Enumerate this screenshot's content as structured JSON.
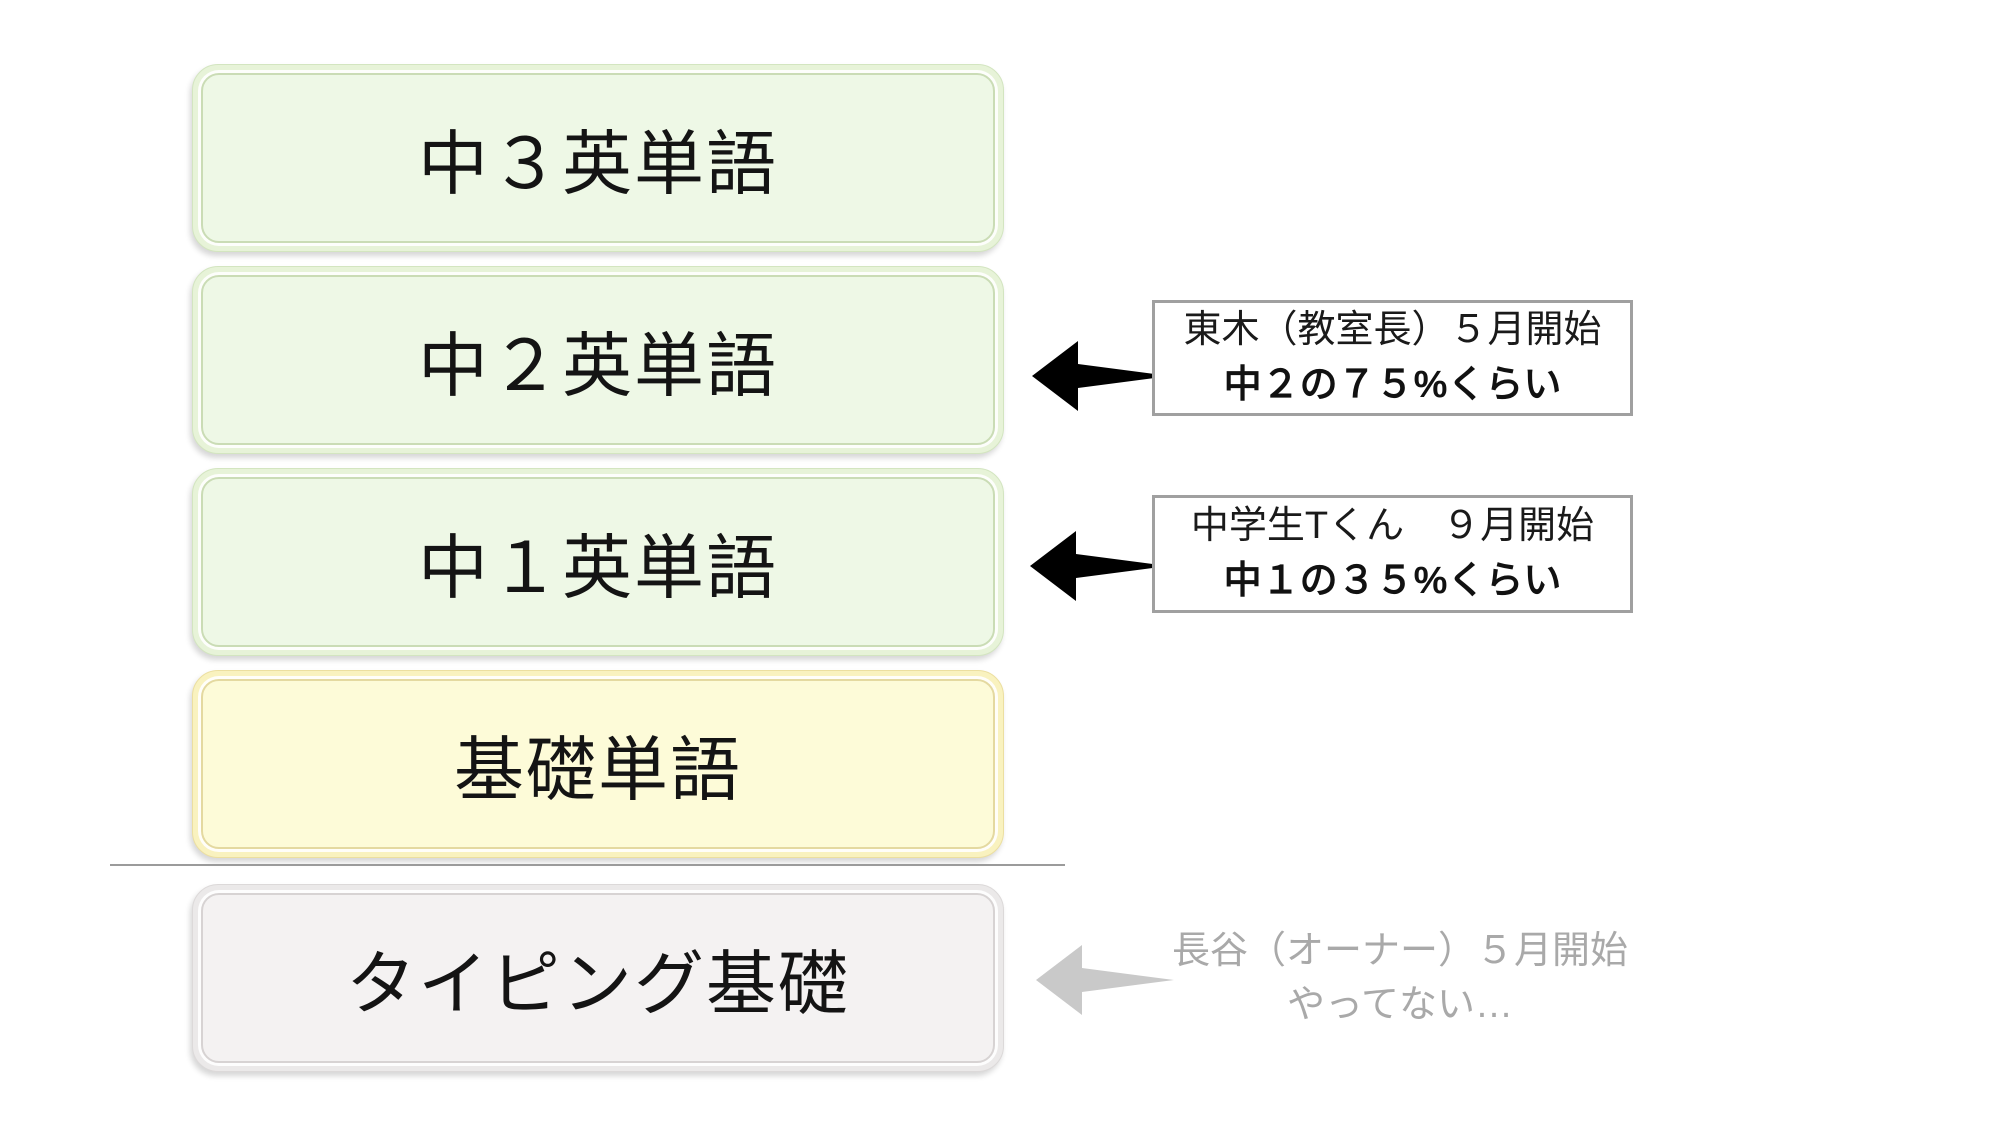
{
  "diagram": {
    "title_context": "vocabulary-learning-progression",
    "levels": [
      {
        "label": "中３英単語",
        "theme": "green"
      },
      {
        "label": "中２英単語",
        "theme": "green"
      },
      {
        "label": "中１英単語",
        "theme": "green"
      },
      {
        "label": "基礎単語",
        "theme": "yellow"
      },
      {
        "label": "タイピング基礎",
        "theme": "gray"
      }
    ],
    "annotations": [
      {
        "line1": "東木（教室長）５月開始",
        "line2": "中２の７５%くらい",
        "target": "中２英単語",
        "style": "boxed",
        "arrow_color": "#000000"
      },
      {
        "line1": "中学生Tくん　９月開始",
        "line2": "中１の３５%くらい",
        "target": "中１英単語",
        "style": "boxed",
        "arrow_color": "#000000"
      },
      {
        "line1": "長谷（オーナー）５月開始",
        "line2": "やってない…",
        "target": "タイピング基礎",
        "style": "plain-gray",
        "arrow_color": "#c9c9c9"
      }
    ],
    "colors": {
      "green_box_fill": "#eef8e6",
      "green_box_border": "#cadcb5",
      "yellow_box_fill": "#fdfbd8",
      "yellow_box_border": "#e4d9a0",
      "gray_box_fill": "#f4f2f2",
      "gray_box_border": "#d7d3d3",
      "note_border": "#a0a0a0",
      "note_background": "#ffffff",
      "gray_text": "#a9a9a9",
      "arrow_black": "#000000",
      "arrow_gray": "#c9c9c9",
      "divider": "#9b9b9b",
      "label_text": "#141414"
    }
  }
}
